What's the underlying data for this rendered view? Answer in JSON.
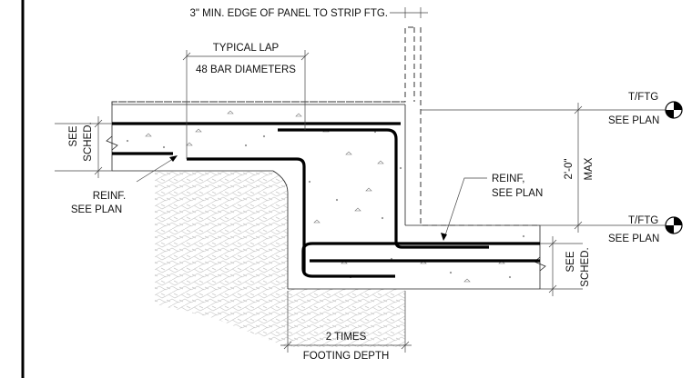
{
  "notes": {
    "edge_note": "3\" MIN. EDGE OF PANEL TO STRIP FTG.",
    "lap_line1": "TYPICAL LAP",
    "lap_line2": "48 BAR DIAMETERS",
    "reinf_left_line1": "REINF.",
    "reinf_left_line2": "SEE PLAN",
    "reinf_right_line1": "REINF,",
    "reinf_right_line2": "SEE PLAN",
    "tftg_top": "T/FTG",
    "see_plan_top": "SEE PLAN",
    "tftg_bottom": "T/FTG",
    "see_plan_bottom": "SEE PLAN",
    "max_dim": "2'-0\"",
    "max_label": "MAX",
    "see_left": "SEE",
    "sched_left": "SCHED.",
    "see_right": "SEE",
    "sched_right": "SCHED.",
    "times_line1": "2 TIMES",
    "times_line2": "FOOTING DEPTH"
  }
}
